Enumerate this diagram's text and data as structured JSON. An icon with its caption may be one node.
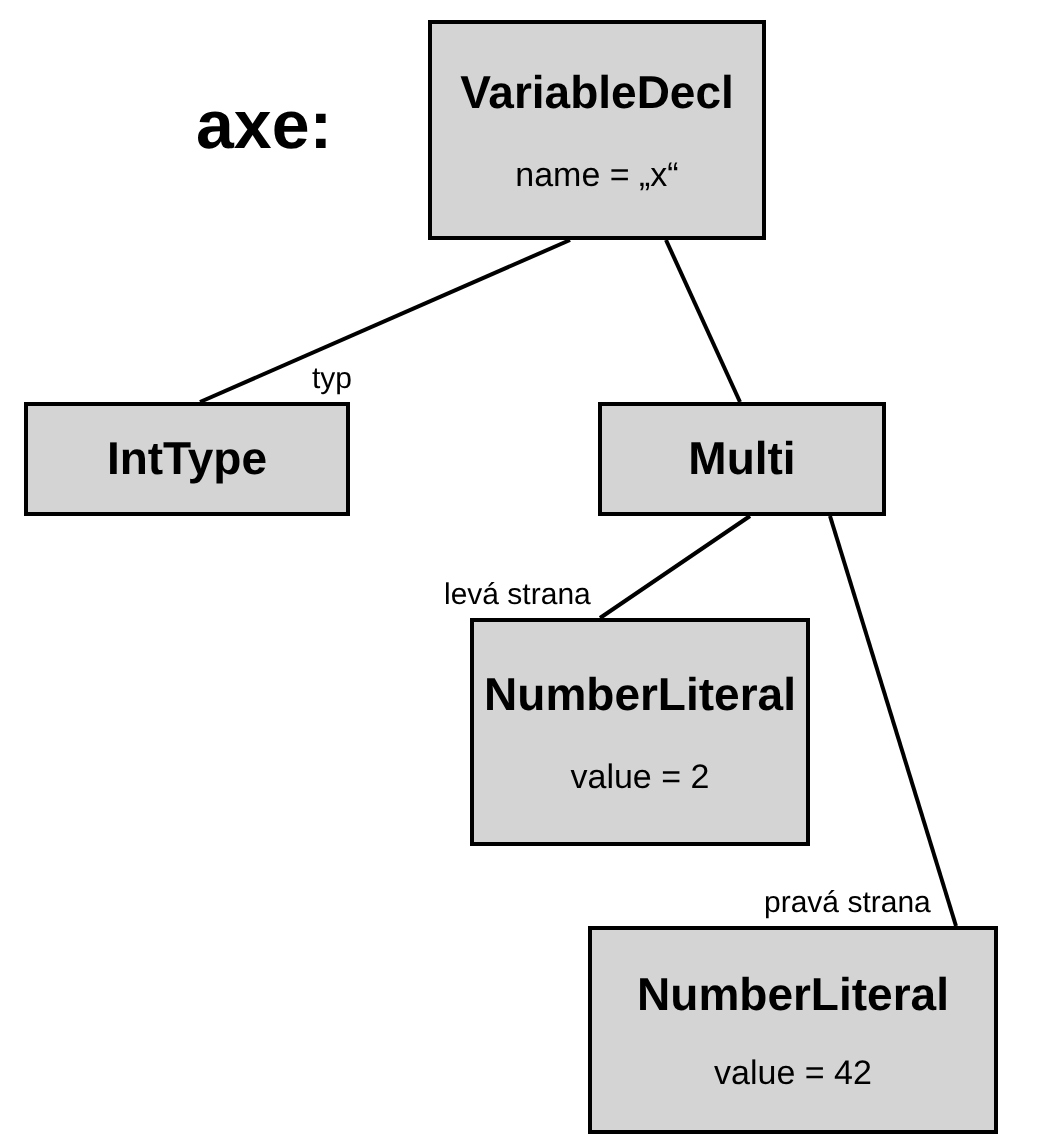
{
  "diagram": {
    "title": "axe:",
    "nodes": [
      {
        "text": [
          "VariableDecl",
          "name = „x“"
        ]
      },
      {
        "text": [
          "IntType"
        ]
      },
      {
        "text": [
          "Multi"
        ]
      },
      {
        "text": [
          "NumberLiteral",
          "value = 2"
        ]
      },
      {
        "text": [
          "NumberLiteral",
          "value = 42"
        ]
      }
    ],
    "edges": [
      {
        "from": 0,
        "to": 1,
        "arrow": "none",
        "label": "typ"
      },
      {
        "from": 0,
        "to": 2,
        "arrow": "none"
      },
      {
        "from": 2,
        "to": 3,
        "arrow": "none",
        "label": "levá strana"
      },
      {
        "from": 2,
        "to": 4,
        "arrow": "none",
        "label": "pravá strana"
      }
    ]
  }
}
